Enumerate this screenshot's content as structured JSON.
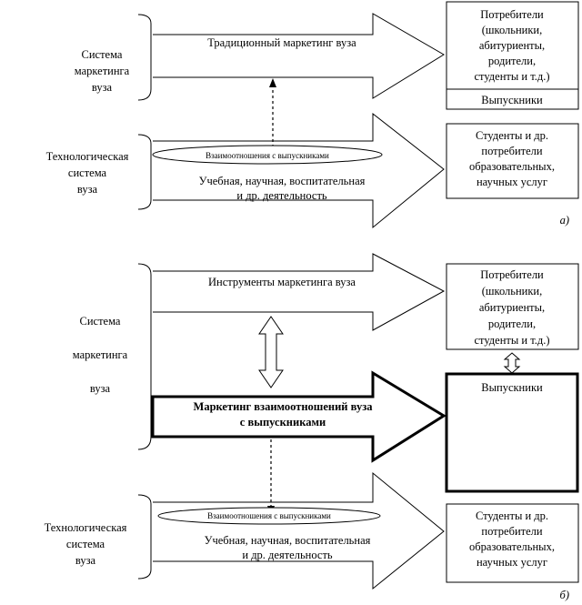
{
  "part_a": {
    "system_label": [
      "Система",
      "маркетинга",
      "вуза"
    ],
    "tech_label": [
      "Технологическая",
      "система",
      "вуза"
    ],
    "traditional_marketing": "Традиционный маркетинг вуза",
    "relations_ellipse": "Взаимоотношения с выпускниками",
    "activity": [
      "Учебная, научная, воспитательная",
      "и др. деятельность"
    ],
    "consumers": [
      "Потребители",
      "(школьники,",
      "абитуриенты,",
      "родители,",
      "студенты и т.д.)"
    ],
    "graduates": "Выпускники",
    "students": [
      "Студенты и др.",
      "потребители",
      "образовательных,",
      "научных услуг"
    ],
    "caption": "а)"
  },
  "part_b": {
    "system_label": [
      "Система",
      "маркетинга",
      "вуза"
    ],
    "tech_label": [
      "Технологическая",
      "система",
      "вуза"
    ],
    "instruments": "Инструменты маркетинга вуза",
    "relationship_marketing": [
      "Маркетинг взаимоотношений вуза",
      "с выпускниками"
    ],
    "relations_ellipse": "Взаимоотношения с выпускниками",
    "activity": [
      "Учебная, научная, воспитательная",
      "и др. деятельность"
    ],
    "consumers": [
      "Потребители",
      "(школьники,",
      "абитуриенты,",
      "родители,",
      "студенты и т.д.)"
    ],
    "graduates": "Выпускники",
    "students": [
      "Студенты и др.",
      "потребители",
      "образовательных,",
      "научных услуг"
    ],
    "caption": "б)"
  }
}
